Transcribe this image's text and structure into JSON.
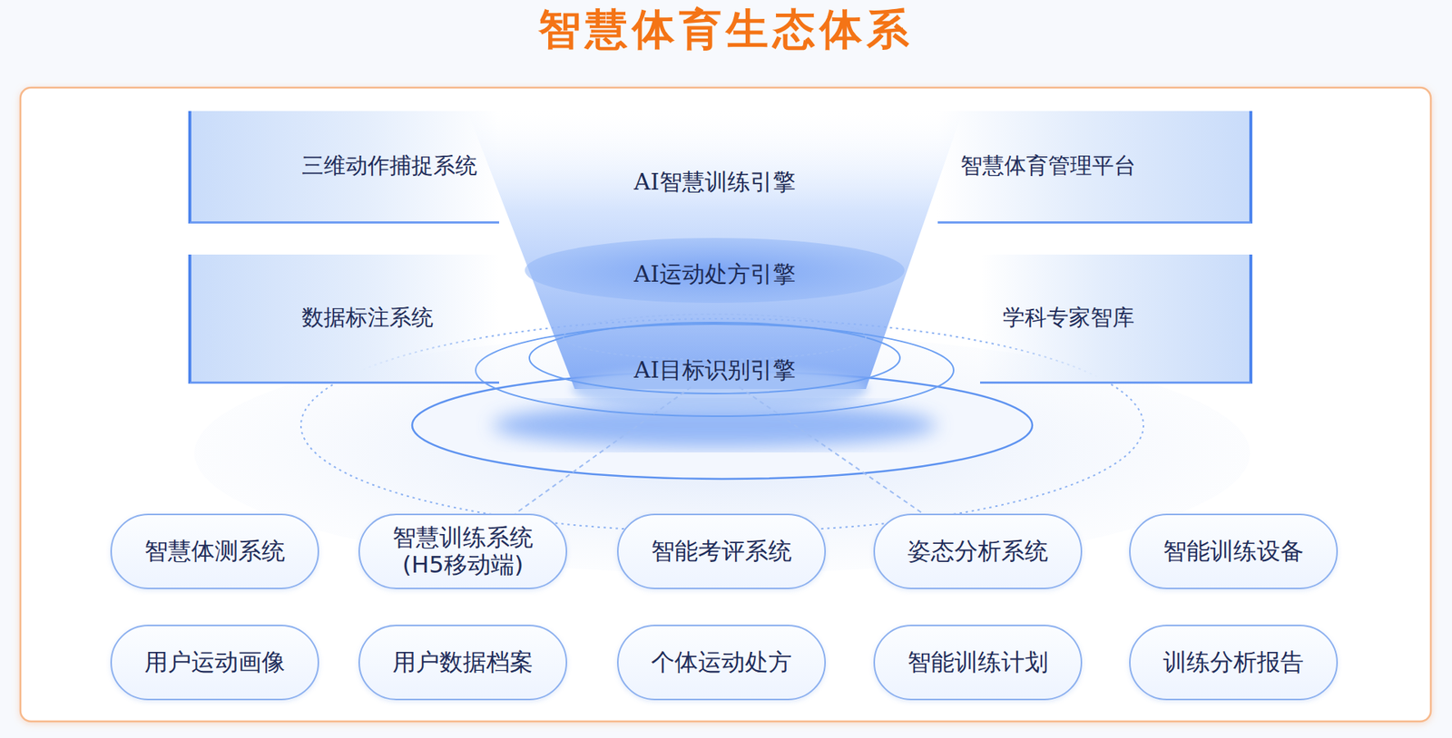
{
  "diagram": {
    "title": "智慧体育生态体系",
    "nodes": [
      {
        "text": [
          "三维动作捕捉系统"
        ]
      },
      {
        "text": [
          "AI智慧训练引擎"
        ]
      },
      {
        "text": [
          "智慧体育管理平台"
        ]
      },
      {
        "text": [
          "数据标注系统"
        ]
      },
      {
        "text": [
          "AI运动处方引擎"
        ]
      },
      {
        "text": [
          "学科专家智库"
        ]
      },
      {
        "text": [
          "AI目标识别引擎"
        ]
      },
      {
        "text": [
          "智慧体测系统"
        ]
      },
      {
        "text": [
          "智慧训练系统 (H5移动端)"
        ]
      },
      {
        "text": [
          "智能考评系统"
        ]
      },
      {
        "text": [
          "姿态分析系统"
        ]
      },
      {
        "text": [
          "智能训练设备"
        ]
      },
      {
        "text": [
          "用户运动画像"
        ]
      },
      {
        "text": [
          "用户数据档案"
        ]
      },
      {
        "text": [
          "个体运动处方"
        ]
      },
      {
        "text": [
          "智能训练计划"
        ]
      },
      {
        "text": [
          "训练分析报告"
        ]
      }
    ],
    "edges": [
      {
        "from": 6,
        "to": 8,
        "arrow": "none"
      },
      {
        "from": 6,
        "to": 10,
        "arrow": "none"
      }
    ]
  }
}
